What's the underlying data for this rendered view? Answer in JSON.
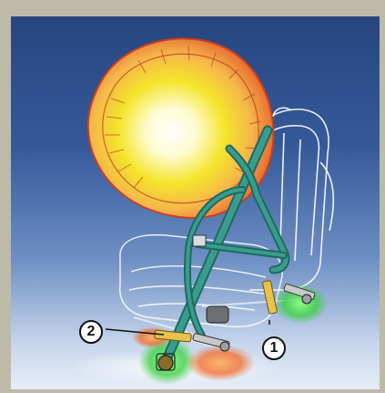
{
  "callouts": [
    {
      "id": "1",
      "label": "1"
    },
    {
      "id": "2",
      "label": "2"
    }
  ],
  "colors": {
    "background_top": "#27467f",
    "background_bottom": "#e6edf7",
    "airbag_core": "#fffde0",
    "airbag_mid": "#f4e52a",
    "airbag_edge": "#e8552a",
    "belt": "#2f8a7e",
    "pretensioner_glow": "#3fcf4a",
    "heat_glow": "#ef6a2a",
    "frame": "#bdbaa8"
  }
}
